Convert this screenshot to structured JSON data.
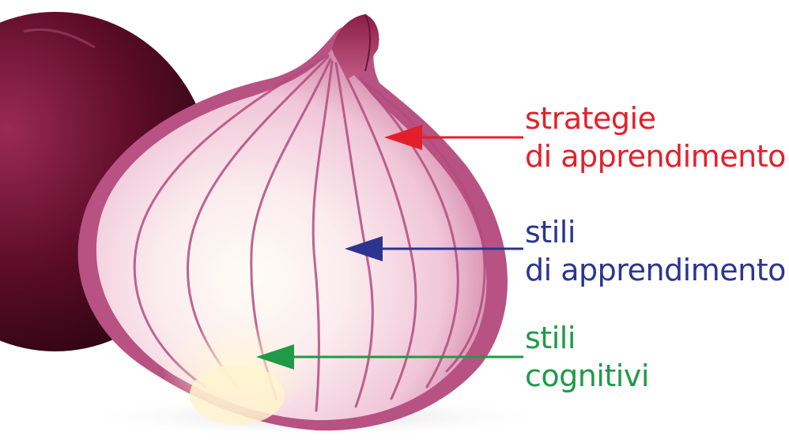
{
  "labels": {
    "strategie": {
      "line1": "strategie",
      "line2": "di apprendimento",
      "color": "#e3202a"
    },
    "stili_apprendimento": {
      "line1": "stili",
      "line2": "di apprendimento",
      "color": "#2b3590"
    },
    "stili_cognitivi": {
      "line1": "stili",
      "line2": "cognitivi",
      "color": "#1f9a48"
    }
  },
  "colors": {
    "onion_outer": "#5a0a24",
    "onion_skin": "#b0517d",
    "onion_flesh": "#f6dce8",
    "onion_core": "#fbf6e3"
  },
  "icons": [
    "whole-onion-icon",
    "onion-half-icon",
    "arrow-left-icon"
  ]
}
